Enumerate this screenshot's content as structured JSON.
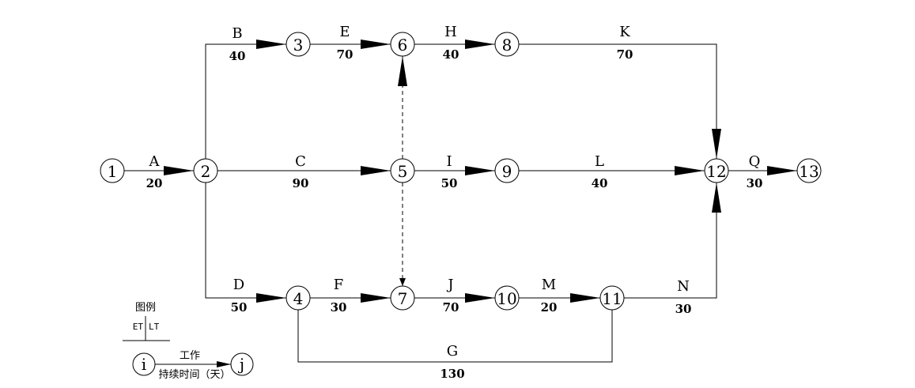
{
  "nodes": [
    {
      "id": "1",
      "label": "1"
    },
    {
      "id": "2",
      "label": "2"
    },
    {
      "id": "3",
      "label": "3"
    },
    {
      "id": "4",
      "label": "4"
    },
    {
      "id": "5",
      "label": "5"
    },
    {
      "id": "6",
      "label": "6"
    },
    {
      "id": "7",
      "label": "7"
    },
    {
      "id": "8",
      "label": "8"
    },
    {
      "id": "9",
      "label": "9"
    },
    {
      "id": "10",
      "label": "10"
    },
    {
      "id": "11",
      "label": "11"
    },
    {
      "id": "12",
      "label": "12"
    },
    {
      "id": "13",
      "label": "13"
    }
  ],
  "activities": [
    {
      "name": "A",
      "duration": "20",
      "from": "1",
      "to": "2"
    },
    {
      "name": "B",
      "duration": "40",
      "from": "2",
      "to": "3"
    },
    {
      "name": "C",
      "duration": "90",
      "from": "2",
      "to": "5"
    },
    {
      "name": "D",
      "duration": "50",
      "from": "2",
      "to": "4"
    },
    {
      "name": "E",
      "duration": "70",
      "from": "3",
      "to": "6"
    },
    {
      "name": "F",
      "duration": "30",
      "from": "4",
      "to": "7"
    },
    {
      "name": "G",
      "duration": "130",
      "from": "4",
      "to": "11"
    },
    {
      "name": "H",
      "duration": "40",
      "from": "6",
      "to": "8"
    },
    {
      "name": "I",
      "duration": "50",
      "from": "5",
      "to": "9"
    },
    {
      "name": "J",
      "duration": "70",
      "from": "7",
      "to": "10"
    },
    {
      "name": "K",
      "duration": "70",
      "from": "8",
      "to": "12"
    },
    {
      "name": "L",
      "duration": "40",
      "from": "9",
      "to": "12"
    },
    {
      "name": "M",
      "duration": "20",
      "from": "10",
      "to": "11"
    },
    {
      "name": "N",
      "duration": "30",
      "from": "11",
      "to": "12"
    },
    {
      "name": "Q",
      "duration": "30",
      "from": "12",
      "to": "13"
    }
  ],
  "dummies": [
    {
      "from": "5",
      "to": "6"
    },
    {
      "from": "5",
      "to": "7"
    }
  ],
  "legend": {
    "title": "图例",
    "et": "ET",
    "lt": "LT",
    "node_i": "i",
    "node_j": "j",
    "work": "工作",
    "duration": "持续时间（天）"
  }
}
